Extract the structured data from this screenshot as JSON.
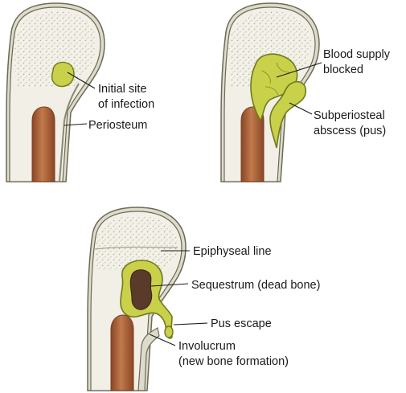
{
  "panels": [
    {
      "id": "panel-1",
      "labels": {
        "initial_site": [
          "Initial site",
          "of infection"
        ],
        "periosteum": "Periosteum"
      }
    },
    {
      "id": "panel-2",
      "labels": {
        "blood_supply": [
          "Blood supply",
          "blocked"
        ],
        "subperiosteal": [
          "Subperiosteal",
          "abscess (pus)"
        ]
      }
    },
    {
      "id": "panel-3",
      "labels": {
        "epiphyseal": "Epiphyseal line",
        "sequestrum": "Sequestrum (dead bone)",
        "pus_escape": "Pus escape",
        "involucrum": [
          "Involucrum",
          "(new bone formation)"
        ]
      }
    }
  ],
  "colors": {
    "bone_fill": "#f1efe6",
    "bone_outline": "#6b6b55",
    "spongy_dots": "#b9b6a6",
    "periosteum": "#b8b69a",
    "marrow": "#b3643a",
    "marrow_dark": "#8a4526",
    "pus": "#c9d04a",
    "pus_outline": "#6f7a1c",
    "dead_bone": "#5a3a2a",
    "leader_line": "#1a1a1a"
  }
}
